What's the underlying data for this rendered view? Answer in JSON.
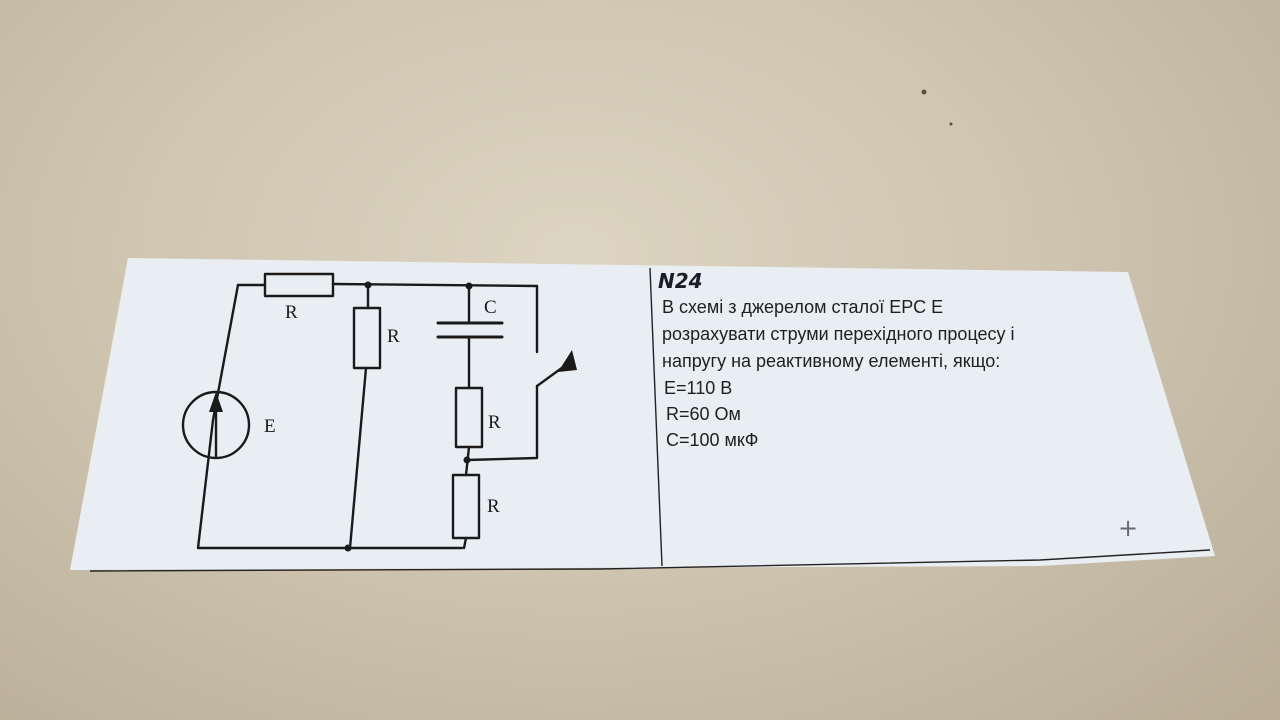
{
  "problem": {
    "number": "N24",
    "lines": [
      "В схемі з джерелом сталої ЕРС Е",
      "розрахувати струми перехідного процесу і",
      "напругу на реактивному елементі, якщо:",
      "E=110 В",
      "R=60 Ом",
      "C=100 мкФ"
    ],
    "mark": "+"
  },
  "circuit": {
    "labels": {
      "r_top": "R",
      "r_mid": "R",
      "capacitor": "C",
      "r_cap": "R",
      "r_bottom": "R",
      "source": "E"
    }
  }
}
